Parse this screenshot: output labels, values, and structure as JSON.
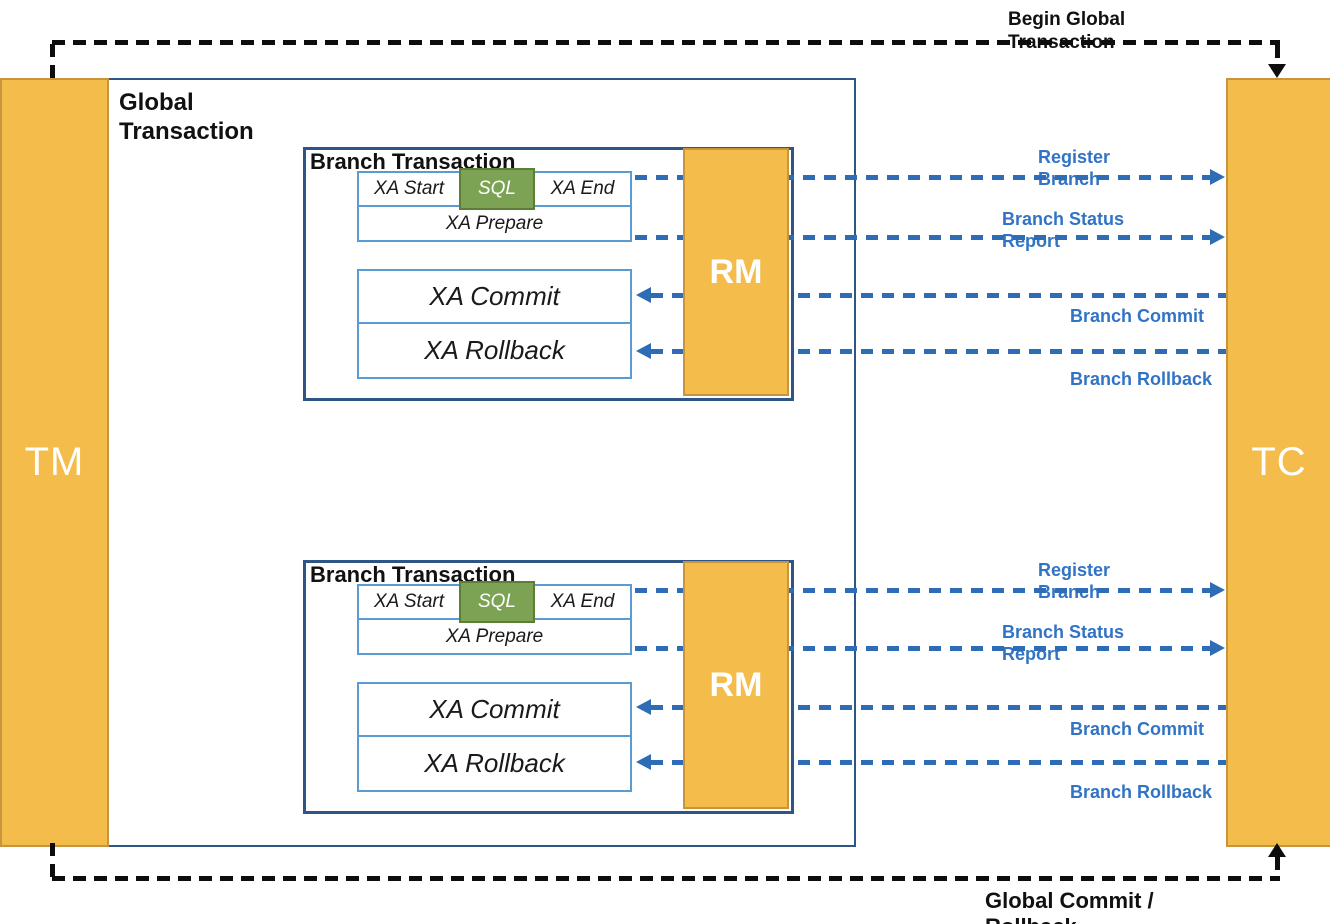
{
  "tm": {
    "label": "TM"
  },
  "tc": {
    "label": "TC"
  },
  "global_transaction": {
    "title": "Global Transaction"
  },
  "top_flow": {
    "label": "Begin Global Transaction"
  },
  "bottom_flow": {
    "label": "Global Commit / Rollback"
  },
  "branches": [
    {
      "title": "Branch Transaction",
      "rm_label": "RM",
      "steps": {
        "xa_start": "XA Start",
        "sql": "SQL",
        "xa_end": "XA End",
        "xa_prepare": "XA Prepare",
        "xa_commit": "XA Commit",
        "xa_rollback": "XA Rollback"
      },
      "messages": {
        "register_branch": "Register Branch",
        "branch_status_report": "Branch Status Report",
        "branch_commit": "Branch Commit",
        "branch_rollback": "Branch Rollback"
      }
    },
    {
      "title": "Branch Transaction",
      "rm_label": "RM",
      "steps": {
        "xa_start": "XA Start",
        "sql": "SQL",
        "xa_end": "XA End",
        "xa_prepare": "XA Prepare",
        "xa_commit": "XA Commit",
        "xa_rollback": "XA Rollback"
      },
      "messages": {
        "register_branch": "Register Branch",
        "branch_status_report": "Branch Status Report",
        "branch_commit": "Branch Commit",
        "branch_rollback": "Branch Rollback"
      }
    }
  ],
  "colors": {
    "pillar_orange": "#F4BC4A",
    "pillar_border": "#C8943E",
    "sql_green": "#7CA354",
    "sql_border": "#5E7E38",
    "box_border_light": "#5B9BD5",
    "box_border_dark": "#2F5486",
    "arrow_blue": "#2E6CB5",
    "label_blue": "#3173C4",
    "flow_black": "#0D0D0D"
  }
}
